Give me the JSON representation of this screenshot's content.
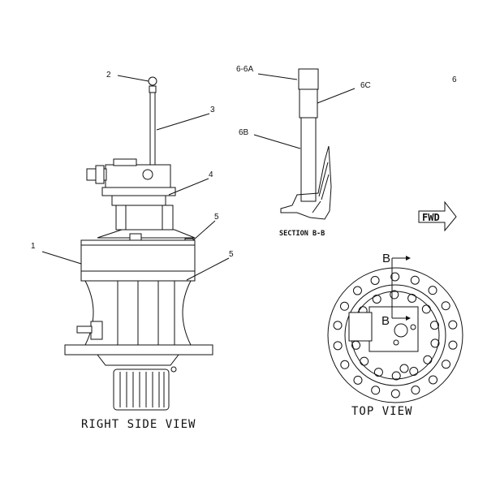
{
  "callouts": {
    "c1": "1",
    "c2": "2",
    "c3": "3",
    "c4": "4",
    "c5a": "5",
    "c5b": "5",
    "c6": "6",
    "c6_6a": "6-6A",
    "c6b": "6B",
    "c6c": "6C"
  },
  "views": {
    "right_side": "RIGHT SIDE VIEW",
    "top": "TOP VIEW",
    "section": "SECTION B-B"
  },
  "section_marks": {
    "upper": "B",
    "lower": "B"
  },
  "fwd_arrow": "FWD"
}
